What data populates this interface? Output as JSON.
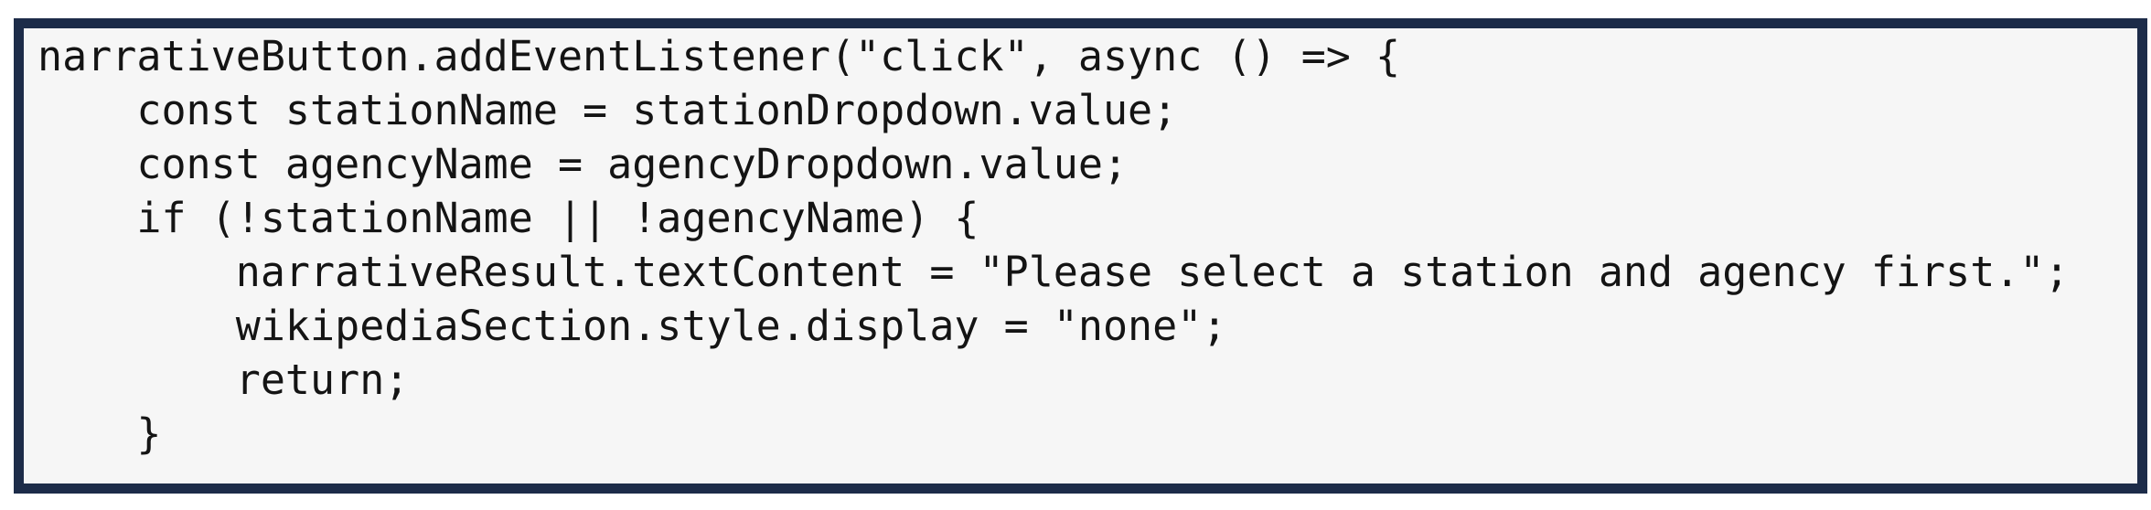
{
  "code_block": {
    "lines": [
      "narrativeButton.addEventListener(\"click\", async () => {",
      "    const stationName = stationDropdown.value;",
      "    const agencyName = agencyDropdown.value;",
      "    if (!stationName || !agencyName) {",
      "        narrativeResult.textContent = \"Please select a station and agency first.\";",
      "        wikipediaSection.style.display = \"none\";",
      "        return;",
      "    }"
    ]
  },
  "colors": {
    "frame_border": "#1d2c49",
    "frame_background": "#f6f6f6",
    "code_text": "#141414",
    "page_background": "#ffffff"
  }
}
